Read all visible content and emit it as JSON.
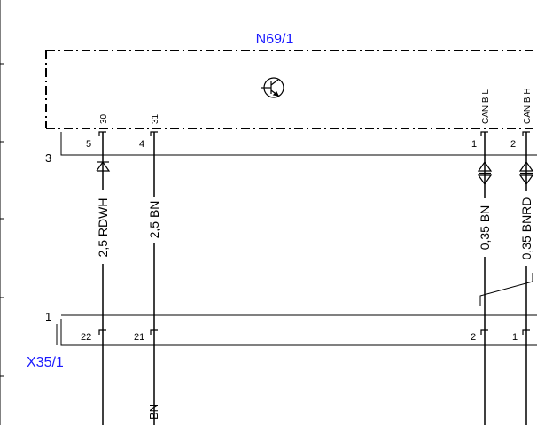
{
  "component": {
    "name": "N69/1",
    "symbol": "transistor-icon",
    "pins": [
      "30",
      "31",
      "CAN B L",
      "CAN B H"
    ]
  },
  "connector_top": {
    "id": "3",
    "pins": [
      "5",
      "4",
      "1",
      "2"
    ]
  },
  "wires": [
    {
      "label": "2,5 RDWH"
    },
    {
      "label": "2,5 BN"
    },
    {
      "label": "0,35 BN"
    },
    {
      "label": "0,35 BNRD"
    }
  ],
  "connector_bottom": {
    "id_row": "1",
    "name": "X35/1",
    "pins": [
      "22",
      "21",
      "2",
      "1"
    ]
  },
  "lower_wire": {
    "label": "BN"
  },
  "colors": {
    "component_label": "#1a1aff",
    "line": "#000000"
  }
}
